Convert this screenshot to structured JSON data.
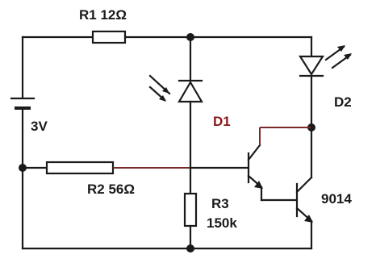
{
  "labels": {
    "r1": "R1  12Ω",
    "r2": "R2  56Ω",
    "r3_name": "R3",
    "r3_value": "150k",
    "battery": "3V",
    "d1": "D1",
    "d2": "D2",
    "transistor": "9014"
  },
  "colors": {
    "wire": "#1a1a1a",
    "accent_wire": "#7a2a2a",
    "d1_label": "#8a1a1a"
  },
  "icons": {
    "photodiode": "photodiode-symbol",
    "led": "led-symbol",
    "transistor": "npn-darlington-symbol",
    "battery": "battery-symbol",
    "resistor": "resistor-symbol"
  }
}
